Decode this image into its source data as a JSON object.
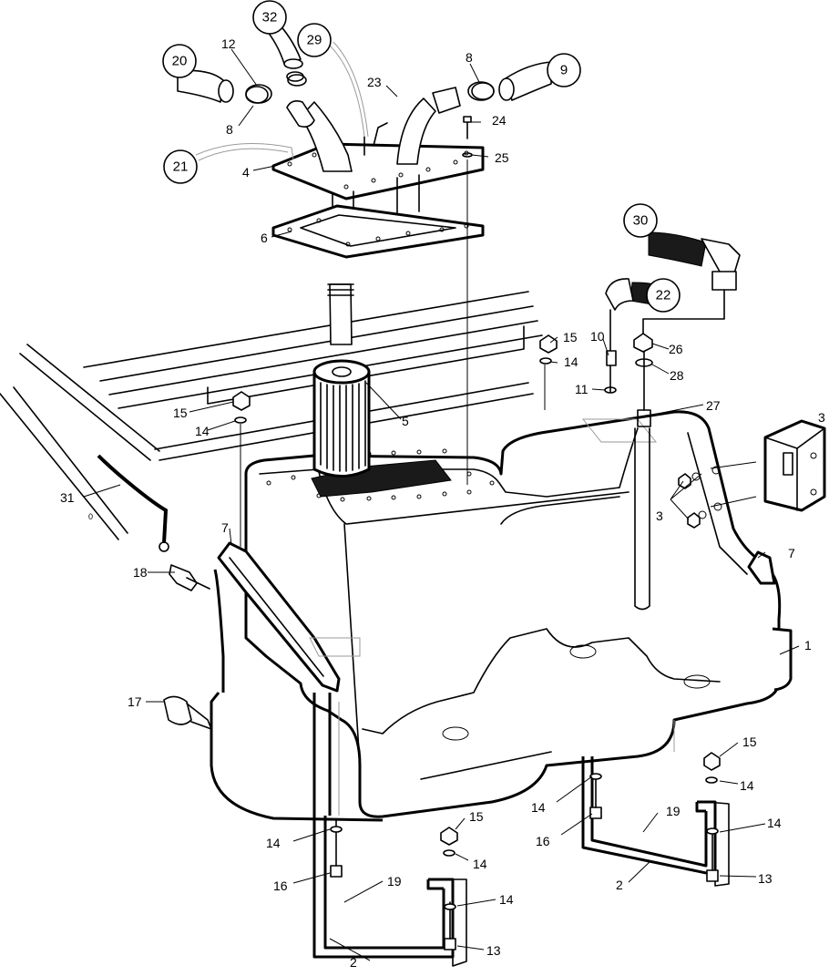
{
  "labels": {
    "l1": "1",
    "l2a": "2",
    "l2b": "2",
    "l3a": "3",
    "l3b": "3",
    "l4": "4",
    "l5": "5",
    "l6": "6",
    "l7a": "7",
    "l7b": "7",
    "l8a": "8",
    "l8b": "8",
    "l10": "10",
    "l11": "11",
    "l12": "12",
    "l13a": "13",
    "l13b": "13",
    "l14a": "14",
    "l14b": "14",
    "l14c": "14",
    "l14d": "14",
    "l14e": "14",
    "l14f": "14",
    "l14g": "14",
    "l14h": "14",
    "l15a": "15",
    "l15b": "15",
    "l15c": "15",
    "l15d": "15",
    "l16a": "16",
    "l16b": "16",
    "l17": "17",
    "l18": "18",
    "l19a": "19",
    "l19b": "19",
    "l23": "23",
    "l24": "24",
    "l25": "25",
    "l26": "26",
    "l27": "27",
    "l28": "28",
    "l31": "31",
    "small_mark": "0"
  },
  "callouts": {
    "c9": "9",
    "c20": "20",
    "c21": "21",
    "c22": "22",
    "c29": "29",
    "c30": "30",
    "c32": "32"
  },
  "colors": {
    "line": "#000000",
    "background": "#ffffff",
    "hidden_line": "#9a9a9a"
  }
}
